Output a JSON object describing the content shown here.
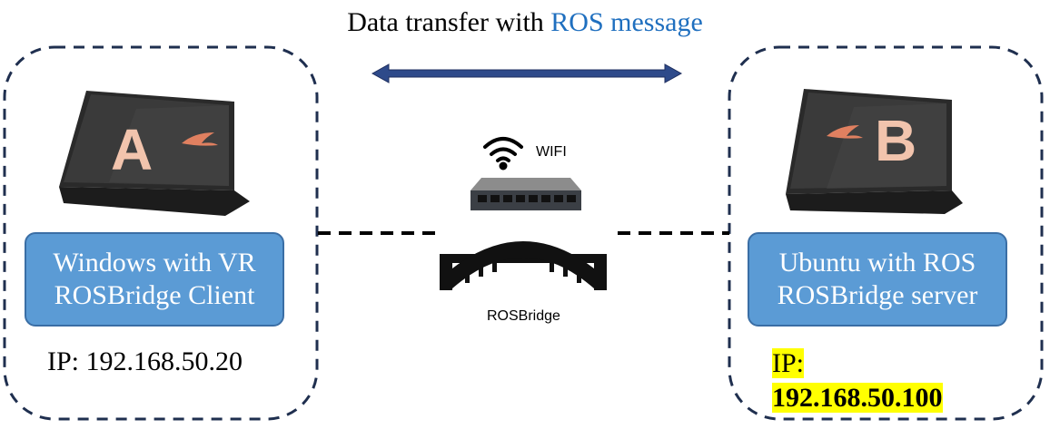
{
  "header": {
    "prefix": "Data transfer with",
    "accent": "ROS message",
    "accent_color": "#1f6fbf"
  },
  "left": {
    "laptop_letter": "A",
    "box_line1": "Windows with VR",
    "box_line2": "ROSBridge Client",
    "ip": "IP: 192.168.50.20"
  },
  "right": {
    "laptop_letter": "B",
    "box_line1": "Ubuntu with ROS",
    "box_line2": "ROSBridge server",
    "ip_label": "IP:",
    "ip_value": "192.168.50.100",
    "highlight_color": "#ffff00"
  },
  "middle": {
    "wifi_label": "WIFI",
    "bridge_label": "ROSBridge"
  },
  "colors": {
    "box_fill": "#5b9bd5",
    "dashed_border": "#1f2f4f",
    "arrow": "#2e4a8a"
  },
  "icons": [
    "laptop-icon",
    "wifi-icon",
    "network-switch-icon",
    "bridge-icon",
    "double-arrow-icon"
  ]
}
